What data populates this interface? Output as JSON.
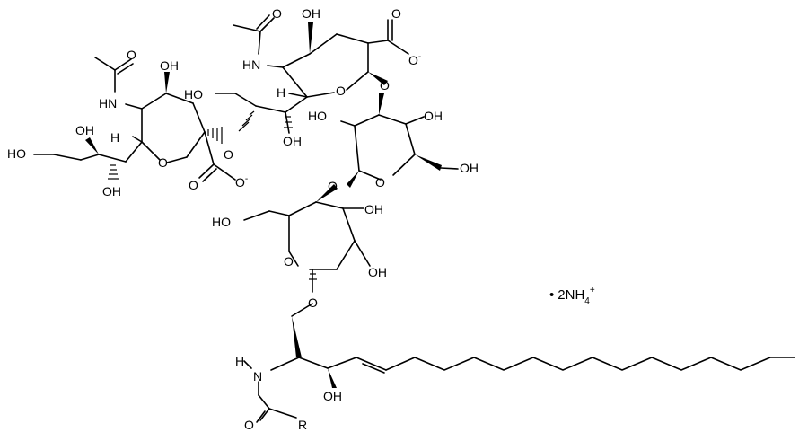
{
  "salt_label": {
    "bullet": "•",
    "main": "2NH",
    "subscript": "4",
    "charge": "+"
  },
  "labels": {
    "O": "O",
    "OH": "OH",
    "HO": "HO",
    "HN": "HN",
    "H": "H",
    "N": "N",
    "R": "R",
    "O_minus": "O",
    "minus": "-"
  }
}
